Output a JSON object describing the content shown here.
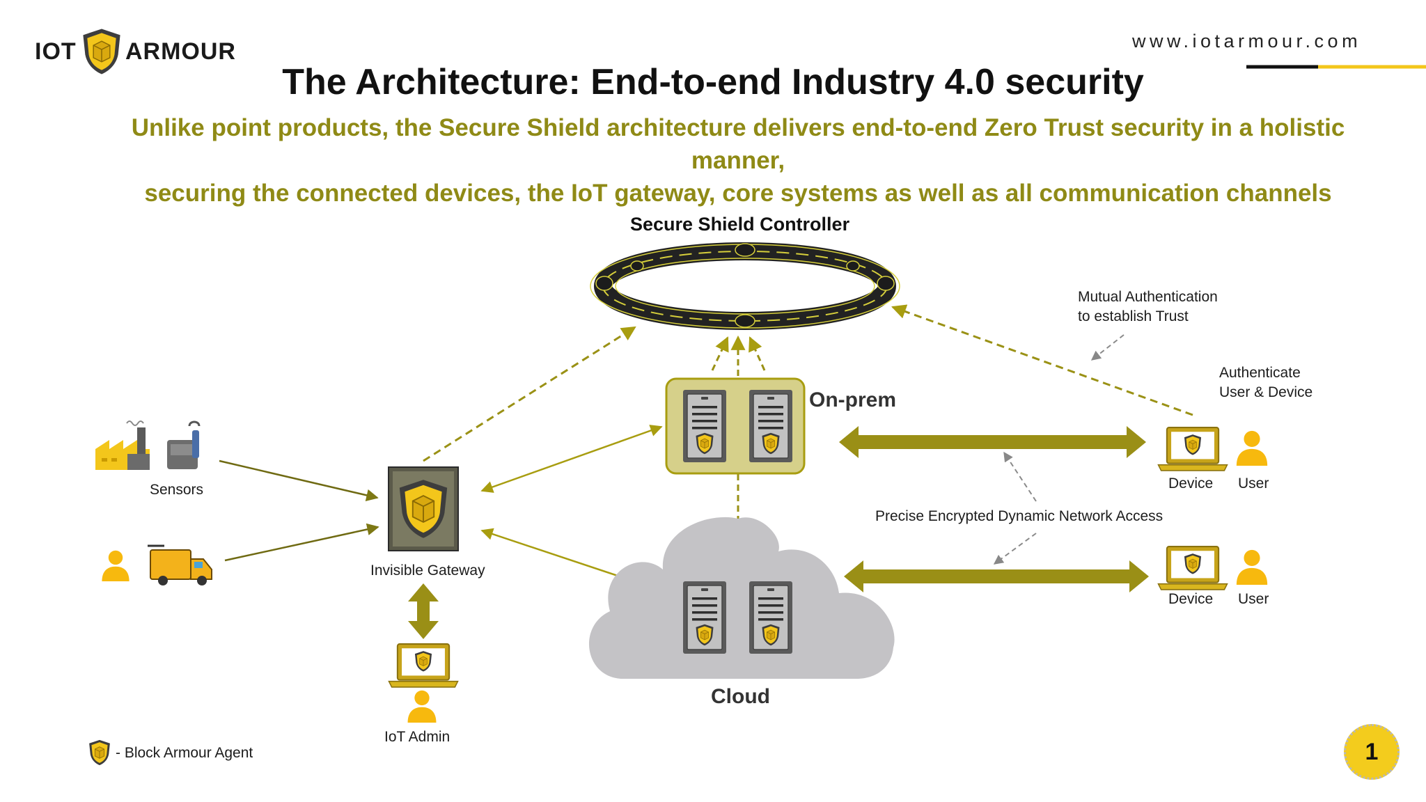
{
  "brand": {
    "logo_left": "IOT",
    "logo_right": "ARMOUR",
    "url": "www.iotarmour.com"
  },
  "colors": {
    "olive": "#8f8a16",
    "arrow": "#9a9115",
    "gold": "#f3c61b",
    "cloud": "#c4c3c6",
    "onprem": "#d6d08a"
  },
  "title": "The Architecture: End-to-end Industry 4.0 security",
  "subtitle": {
    "line1": "Unlike point products, the Secure Shield architecture delivers end-to-end Zero Trust security in a holistic manner,",
    "line2": "securing the connected devices, the IoT gateway, core systems as well as all communication channels"
  },
  "labels": {
    "controller": "Secure Shield Controller",
    "mutual_auth_1": "Mutual Authentication",
    "mutual_auth_2": "to establish Trust",
    "authenticate_1": "Authenticate",
    "authenticate_2": "User & Device",
    "onprem": "On-prem",
    "sensors": "Sensors",
    "gateway": "Invisible Gateway",
    "network_access": "Precise Encrypted Dynamic Network Access",
    "device_top": "Device",
    "user_top": "User",
    "device_bottom": "Device",
    "user_bottom": "User",
    "cloud": "Cloud",
    "iot_admin": "IoT Admin",
    "legend": "- Block Armour Agent"
  },
  "icons": [
    "shield-logo-icon",
    "factory-icon",
    "sensor-icon",
    "person-icon",
    "truck-icon",
    "laptop-icon",
    "server-icon",
    "ring-controller-icon",
    "cloud-icon"
  ],
  "page_number": "1"
}
